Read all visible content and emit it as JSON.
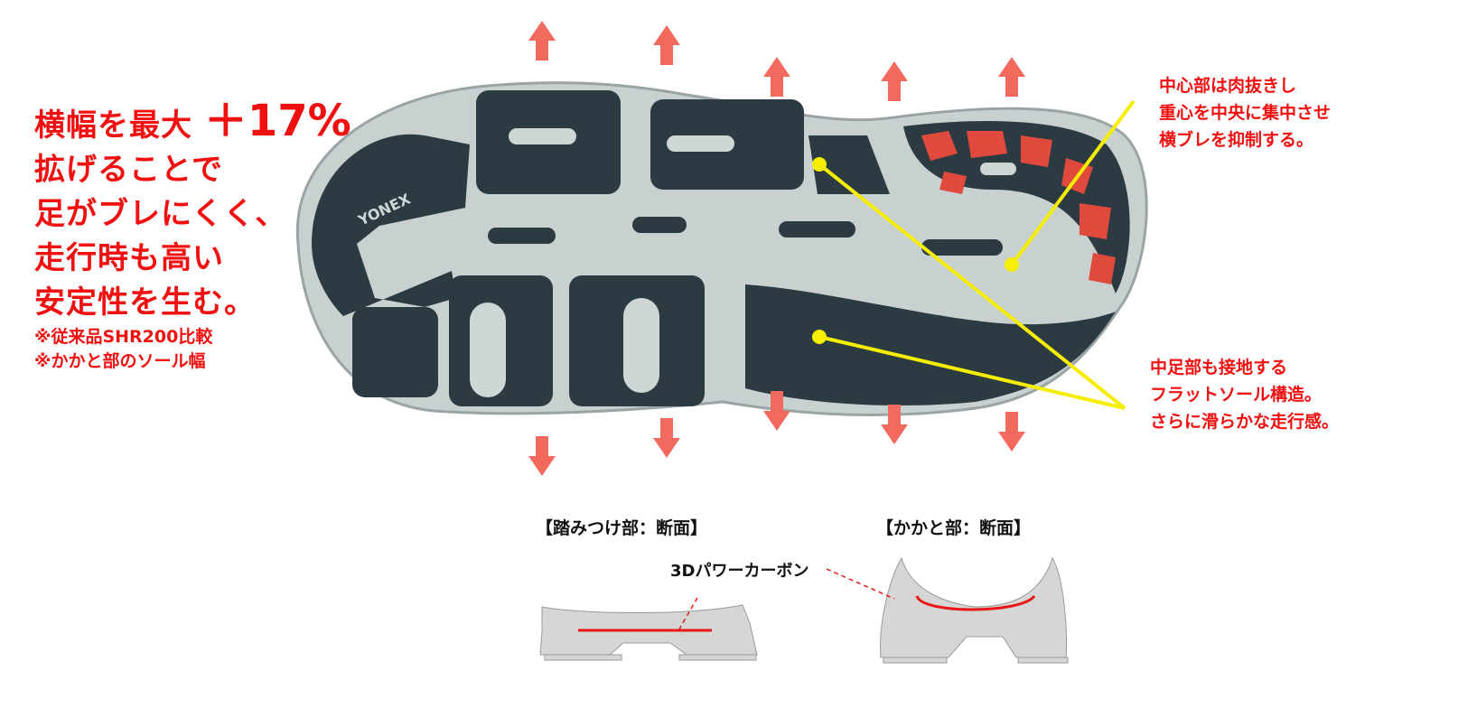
{
  "headline": {
    "line1": "横幅を最大",
    "highlight": "＋17%",
    "line2": "拡げることで",
    "line3": "足がブレにくく、",
    "line4": "走行時も高い",
    "line5": "安定性を生む。"
  },
  "notes": [
    "※従来品SHR200比較",
    "※かかと部のソール幅"
  ],
  "callout_center": [
    "中心部は肉抜きし",
    "重心を中央に集中させ",
    "横ブレを抑制する。"
  ],
  "callout_midfoot": [
    "中足部も接地する",
    "フラットソール構造。",
    "さらに滑らかな走行感。"
  ],
  "brand_on_sole": "YONEX",
  "cross_sections": {
    "forefoot_title": "【踏みつけ部：断面】",
    "heel_title": "【かかと部：断面】",
    "carbon_label": "3Dパワーカーボン"
  },
  "colors": {
    "text_red": "#f01010",
    "arrow": "#f26a5e",
    "pointer": "#f5ee00",
    "carbon": "#e81818",
    "section_fill": "#d6d6d6"
  }
}
